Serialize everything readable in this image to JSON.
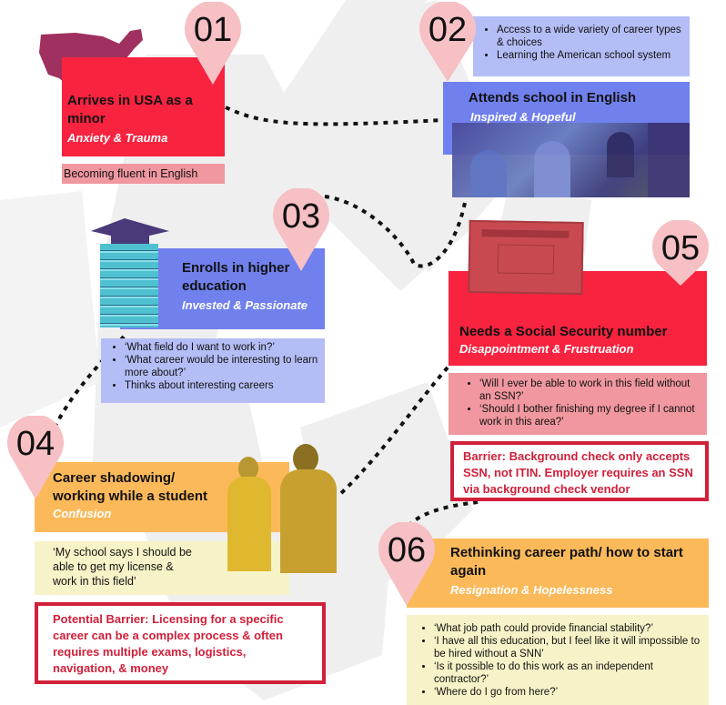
{
  "colors": {
    "pin": "#f6c0c4",
    "red": "#f8233f",
    "pink": "#f0979f",
    "blue": "#7080ec",
    "light_blue": "#b4bdf5",
    "orange": "#fbb95a",
    "cream": "#f7f3c8",
    "barrier_red": "#d0203a"
  },
  "steps": [
    {
      "number": "01",
      "title": "Arrives in USA as a minor",
      "emotion": "Anxiety & Trauma",
      "notes": [
        "Becoming fluent in English"
      ],
      "image": "usa-map"
    },
    {
      "number": "02",
      "title": "Attends school in English",
      "emotion": "Inspired  & Hopeful",
      "notes": [
        "Access to a wide variety of career types & choices",
        "Learning the American school system"
      ],
      "image": "classroom-photo"
    },
    {
      "number": "03",
      "title": "Enrolls in higher education",
      "emotion": "Invested & Passionate",
      "notes": [
        "‘What field do I want to work in?’",
        "‘What career would be interesting to learn more about?’",
        "Thinks about interesting careers"
      ],
      "image": "graduation-books"
    },
    {
      "number": "04",
      "title": "Career shadowing/ working while a student",
      "emotion": "Confusion",
      "notes": [
        "‘My school says I should be able to get my license & work in this field’"
      ],
      "barrier": "Potential Barrier: Licensing for a specific career can be a complex process & often requires multiple exams, logistics, navigation, & money",
      "image": "two-students-photo"
    },
    {
      "number": "05",
      "title": "Needs a Social Security number",
      "emotion": "Disappointment & Frustruation",
      "notes": [
        "‘Will I ever be able to work in this field without an SSN?’",
        "‘Should I bother finishing my degree if I cannot work in this area?’"
      ],
      "barrier": "Barrier: Background check only accepts SSN, not ITIN. Employer requires an SSN via background check vendor",
      "image": "social-security-card"
    },
    {
      "number": "06",
      "title": "Rethinking career path/ how to start again",
      "emotion": "Resignation & Hopelessness",
      "notes": [
        "‘What job path could provide financial stability?’",
        "‘I have all this education, but I feel like it will impossible to be hired without a SNN’",
        "‘Is it possible to do this work as an independent contractor?’",
        "‘Where do I go from here?’"
      ]
    }
  ]
}
